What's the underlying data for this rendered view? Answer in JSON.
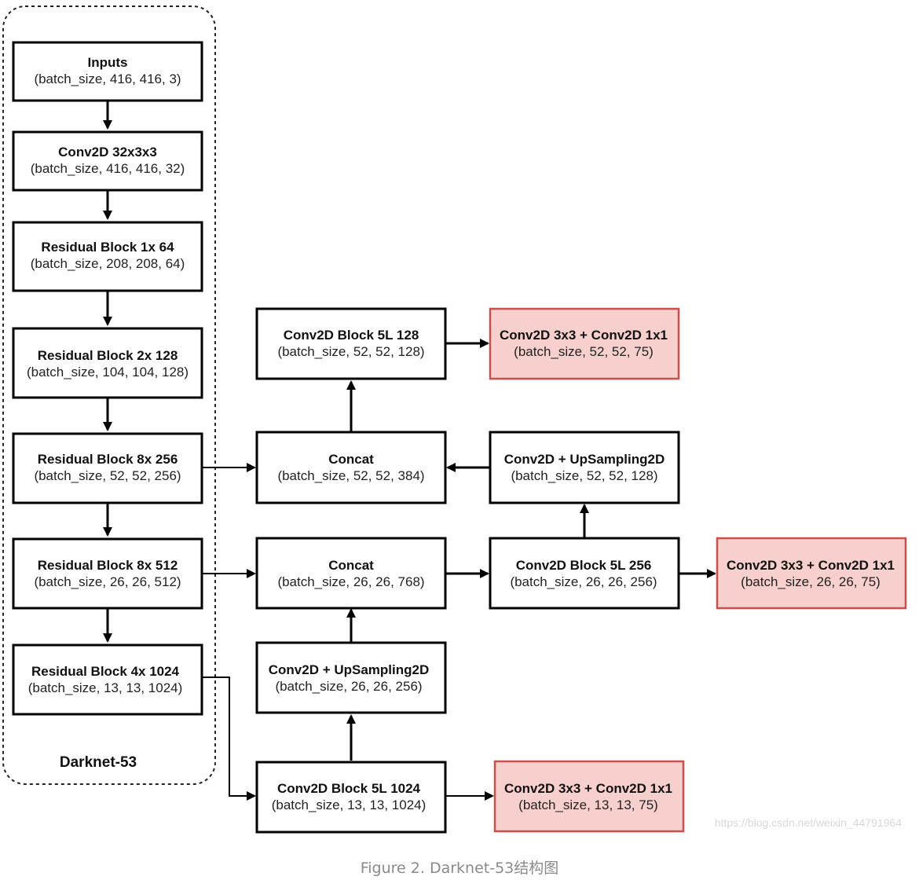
{
  "group": {
    "label": "Darknet-53"
  },
  "colors": {
    "output_fill": "#f7cfcd",
    "output_stroke": "#c9504b",
    "line": "#000000"
  },
  "nodes": {
    "inputs": {
      "title": "Inputs",
      "sub": "(batch_size, 416, 416, 3)"
    },
    "conv0": {
      "title": "Conv2D 32x3x3",
      "sub": "(batch_size, 416, 416, 32)"
    },
    "res1": {
      "title": "Residual Block 1x  64",
      "sub": "(batch_size, 208, 208, 64)"
    },
    "res2": {
      "title": "Residual Block 2x  128",
      "sub": "(batch_size, 104, 104, 128)"
    },
    "res8a": {
      "title": "Residual Block 8x  256",
      "sub": "(batch_size, 52, 52, 256)"
    },
    "res8b": {
      "title": "Residual Block 8x  512",
      "sub": "(batch_size, 26, 26, 512)"
    },
    "res4": {
      "title": "Residual Block 4x  1024",
      "sub": "(batch_size, 13, 13, 1024)"
    },
    "cb128": {
      "title": "Conv2D Block 5L  128",
      "sub": "(batch_size, 52, 52, 128)"
    },
    "out52": {
      "title": "Conv2D 3x3 + Conv2D 1x1",
      "sub": "(batch_size, 52, 52, 75)"
    },
    "concat52": {
      "title": "Concat",
      "sub": "(batch_size, 52, 52, 384)"
    },
    "up52": {
      "title": "Conv2D + UpSampling2D",
      "sub": "(batch_size, 52, 52, 128)"
    },
    "concat26": {
      "title": "Concat",
      "sub": "(batch_size, 26, 26, 768)"
    },
    "cb256": {
      "title": "Conv2D Block 5L  256",
      "sub": "(batch_size, 26, 26, 256)"
    },
    "out26": {
      "title": "Conv2D 3x3 + Conv2D 1x1",
      "sub": "(batch_size, 26, 26, 75)"
    },
    "up26": {
      "title": "Conv2D + UpSampling2D",
      "sub": "(batch_size, 26, 26, 256)"
    },
    "cb1024": {
      "title": "Conv2D Block 5L  1024",
      "sub": "(batch_size, 13, 13, 1024)"
    },
    "out13": {
      "title": "Conv2D 3x3 + Conv2D 1x1",
      "sub": "(batch_size, 13, 13, 75)"
    }
  },
  "watermark": "https://blog.csdn.net/weixin_44791964",
  "caption": "Figure 2. Darknet-53结构图"
}
